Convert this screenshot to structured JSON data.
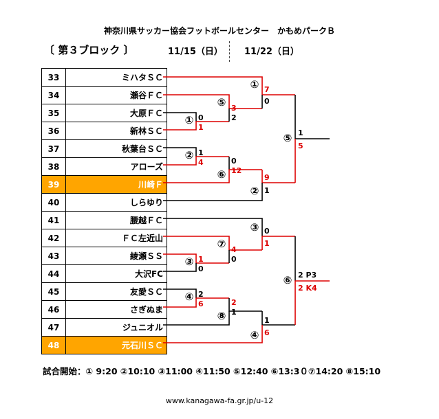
{
  "header": {
    "venue": "神奈川県サッカー協会フットボールセンター　かもめパークＢ",
    "block": "〔 第３ブロック 〕",
    "date1": "11/15（日）",
    "date2": "11/22（日）"
  },
  "teams": [
    {
      "num": "33",
      "name": "ミハタＳＣ",
      "highlight": false
    },
    {
      "num": "34",
      "name": "瀬谷ＦＣ",
      "highlight": false
    },
    {
      "num": "35",
      "name": "大原ＦＣ",
      "highlight": false
    },
    {
      "num": "36",
      "name": "新林ＳＣ",
      "highlight": false
    },
    {
      "num": "37",
      "name": "秋葉台ＳＣ",
      "highlight": false
    },
    {
      "num": "38",
      "name": "アローズ",
      "highlight": false
    },
    {
      "num": "39",
      "name": "川崎Ｆ",
      "highlight": true
    },
    {
      "num": "40",
      "name": "しらゆり",
      "highlight": false
    },
    {
      "num": "41",
      "name": "腰越ＦＣ",
      "highlight": false
    },
    {
      "num": "42",
      "name": "ＦＣ左近山",
      "highlight": false
    },
    {
      "num": "43",
      "name": "綾瀬ＳＳ",
      "highlight": false
    },
    {
      "num": "44",
      "name": "大沢FC",
      "highlight": false
    },
    {
      "num": "45",
      "name": "友愛ＳＣ",
      "highlight": false
    },
    {
      "num": "46",
      "name": "さぎぬま",
      "highlight": false
    },
    {
      "num": "47",
      "name": "ジュニオル",
      "highlight": false
    },
    {
      "num": "48",
      "name": "元石川ＳＣ",
      "highlight": true
    }
  ],
  "matches": {
    "r1_3536": {
      "id": "①",
      "top": "0",
      "bottom": "1"
    },
    "r1_3738": {
      "id": "②",
      "top": "1",
      "bottom": "4"
    },
    "r1_4344": {
      "id": "③",
      "top": "1",
      "bottom": "0"
    },
    "r1_4546": {
      "id": "④",
      "top": "2",
      "bottom": "6"
    },
    "r2_34w1": {
      "id": "⑤",
      "top": "3",
      "bottom": "2"
    },
    "r2_w2_39": {
      "id": "⑥",
      "top": "0",
      "bottom": "12"
    },
    "r2_42w3": {
      "id": "⑦",
      "top": "4",
      "bottom": "0"
    },
    "r2_w4_47": {
      "id": "⑧",
      "top": "2",
      "bottom": "1"
    },
    "r3_33w5": {
      "id": "①",
      "top": "7",
      "bottom": "0"
    },
    "r3_w6_40": {
      "id": "②",
      "top": "9",
      "bottom": "1"
    },
    "r3_41w7": {
      "id": "③",
      "top": "0",
      "bottom": "1"
    },
    "r3_w8_48": {
      "id": "④",
      "top": "1",
      "bottom": "6"
    },
    "r4_top": {
      "id": "⑤",
      "top": "1",
      "bottom": "5"
    },
    "r4_bottom": {
      "id": "⑥",
      "top": "2 P3",
      "bottom": "2 K4"
    }
  },
  "schedule": "試合開始：① 9:20 ②10:10 ③11:00 ④11:50 ⑤12:40 ⑥13:3０⑦14:20 ⑧15:10",
  "footer_url": "www.kanagawa-fa.gr.jp/u-12",
  "colors": {
    "winner_line": "#dd0000",
    "line": "#000000",
    "highlight_row": "#ffa500"
  }
}
